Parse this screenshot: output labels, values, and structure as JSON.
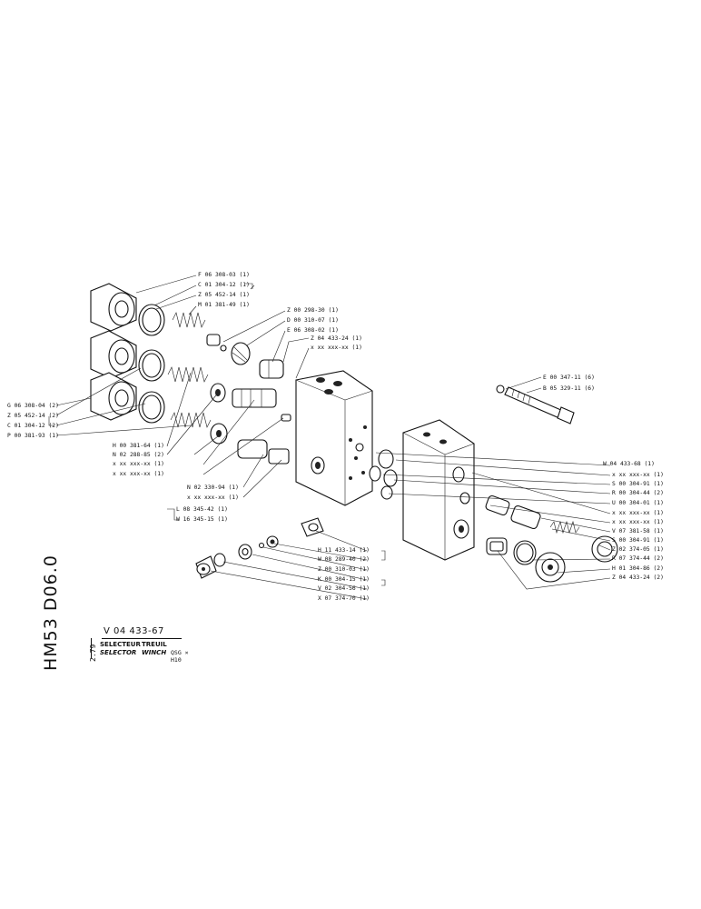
{
  "drawing": {
    "side_code": "HM53 D06.0",
    "date": "2.79",
    "part_number": "V 04 433-67",
    "title_fr_1": "SELECTEUR",
    "title_fr_2": "TREUIL",
    "title_en_1": "SELECTOR",
    "title_en_2": "WINCH",
    "model": "QSG × H10"
  },
  "labels": {
    "f06": "F 06 308-03 (1)",
    "c01a": "C 01 304-12 (1)",
    "z05a": "Z 05 452-14 (1)",
    "m01": "M 01 381-49 (1)",
    "z00a": "Z 00 298-30 (1)",
    "d00": "D 00 310-07 (1)",
    "e06": "E 06 308-02 (1)",
    "z04a": "Z 04 433-24 (1)",
    "xx1": "x xx xxx-xx (1)",
    "g06": "G 06 308-04 (2)",
    "z05b": "Z 05 452-14 (2)",
    "c01b": "C 01 304-12 (2)",
    "p00": "P 00 381-93 (1)",
    "h00": "H 00 381-64 (1)",
    "n02a": "N 02 288-85 (2)",
    "xx2": "x xx xxx-xx (1)",
    "xx3": "x xx xxx-xx (1)",
    "n02b": "N 02 330-94 (1)",
    "xx4": "x xx xxx-xx (1)",
    "l08": "L 08 345-42 (1)",
    "w16": "W 16 345-15 (1)",
    "h11": "H 11 433-14 (1)",
    "w08": "W 08 289-40 (2)",
    "z00b": "Z 00 310-03 (1)",
    "k00": "K 00 304-15 (1)",
    "v02": "V 02 304-56 (1)",
    "x07": "X 07 374-70 (1)",
    "e00": "E 00 347-11 (6)",
    "b05": "B 05 329-11 (6)",
    "w04": "W 04 433-68 (1)",
    "xx5": "x xx xxx-xx (1)",
    "s00a": "S 00 304-91 (1)",
    "r00": "R 00 304-44 (2)",
    "u00": "U 00 304-01 (1)",
    "xx6": "x xx xxx-xx (1)",
    "xx7": "x xx xxx-xx (1)",
    "v07": "V 07 381-58 (1)",
    "s00b": "S 00 304-91 (1)",
    "z02": "Z 02 374-05 (1)",
    "r07": "R 07 374-44 (2)",
    "h01": "H 01 304-86 (2)",
    "z04b": "Z 04 433-24 (2)"
  }
}
